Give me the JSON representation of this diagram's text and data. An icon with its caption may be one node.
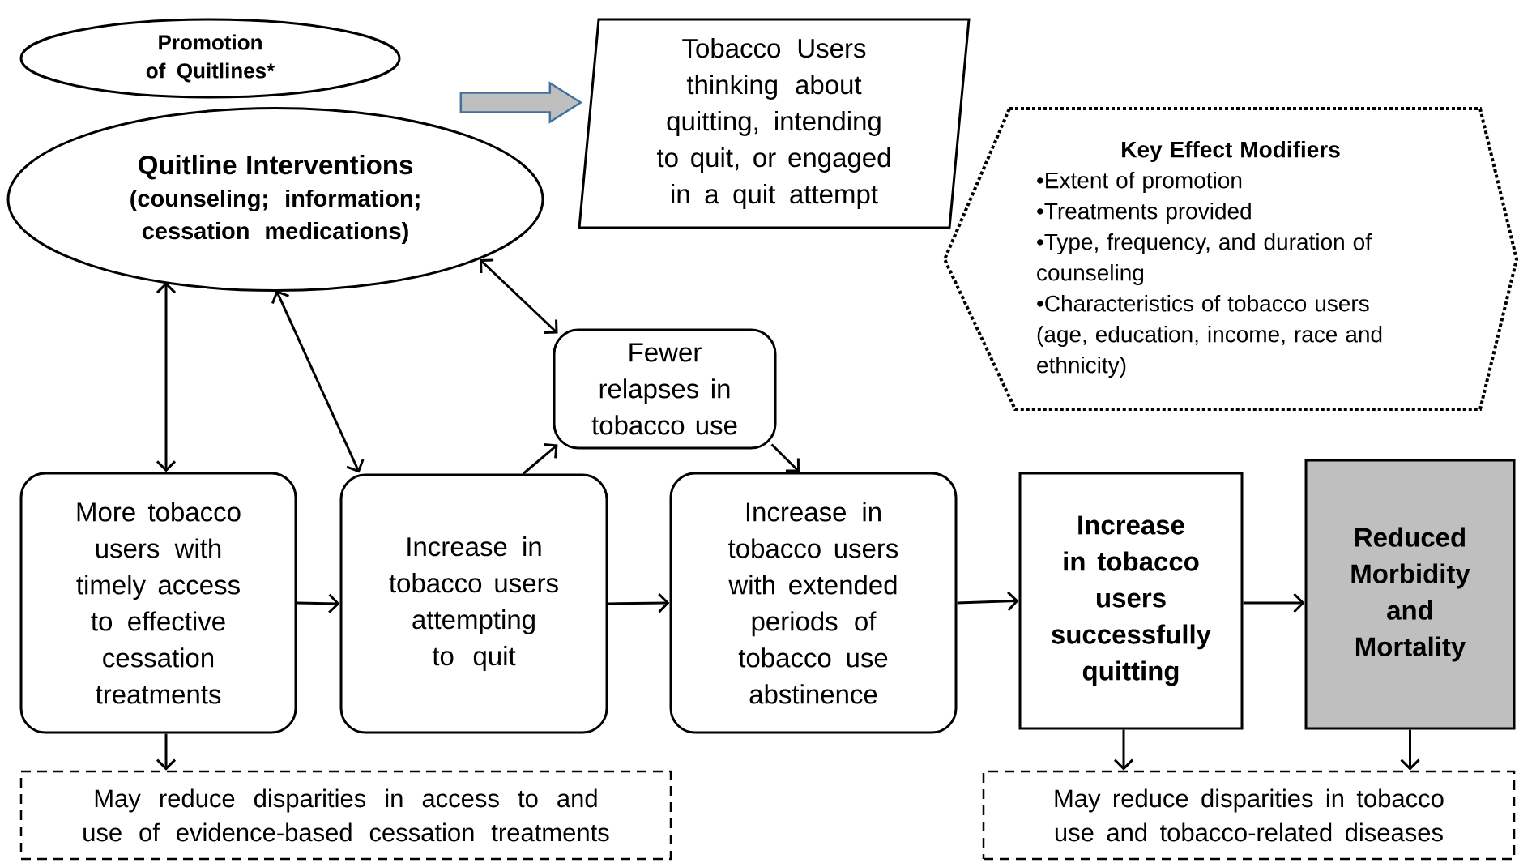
{
  "diagram": {
    "nodes": [
      {
        "text": [
          "Promotion of Quitlines*"
        ]
      },
      {
        "text": [
          "Quitline Interventions",
          "(counseling; information; cessation medications)"
        ]
      },
      {
        "text": [
          "Tobacco Users thinking about quitting, intending to quit, or engaged in a quit attempt"
        ]
      },
      {
        "text": [
          "Key Effect Modifiers",
          "•Extent of promotion",
          "•Treatments provided",
          "•Type, frequency, and duration of counseling",
          "•Characteristics of tobacco users (age, education, income, race and ethnicity)"
        ]
      },
      {
        "text": [
          "Fewer relapses in tobacco use"
        ]
      },
      {
        "text": [
          "More tobacco users with timely access to effective cessation treatments"
        ]
      },
      {
        "text": [
          "Increase in tobacco users attempting to quit"
        ]
      },
      {
        "text": [
          "Increase in tobacco users with extended periods of tobacco use abstinence"
        ]
      },
      {
        "text": [
          "Increase in tobacco users successfully quitting"
        ]
      },
      {
        "text": [
          "Reduced Morbidity and Mortality"
        ]
      },
      {
        "text": [
          "May reduce disparities in access to and use of evidence-based cessation treatments"
        ]
      },
      {
        "text": [
          "May reduce disparities in tobacco use and tobacco-related diseases"
        ]
      }
    ],
    "edges": [
      {
        "from": null,
        "to": 2,
        "arrow": "to",
        "style": "thick",
        "color": "#bfbfbf"
      },
      {
        "from": 1,
        "to": 5,
        "arrow": "both"
      },
      {
        "from": 1,
        "to": 6,
        "arrow": "both"
      },
      {
        "from": 1,
        "to": 4,
        "arrow": "both"
      },
      {
        "from": 6,
        "to": 4,
        "arrow": "to"
      },
      {
        "from": 4,
        "to": 7,
        "arrow": "to"
      },
      {
        "from": 5,
        "to": 6,
        "arrow": "to"
      },
      {
        "from": 6,
        "to": 7,
        "arrow": "to"
      },
      {
        "from": 7,
        "to": 8,
        "arrow": "to"
      },
      {
        "from": 8,
        "to": 9,
        "arrow": "to"
      },
      {
        "from": 5,
        "to": 10,
        "arrow": "to"
      },
      {
        "from": 8,
        "to": 11,
        "arrow": "to"
      },
      {
        "from": 9,
        "to": 11,
        "arrow": "to"
      }
    ]
  }
}
